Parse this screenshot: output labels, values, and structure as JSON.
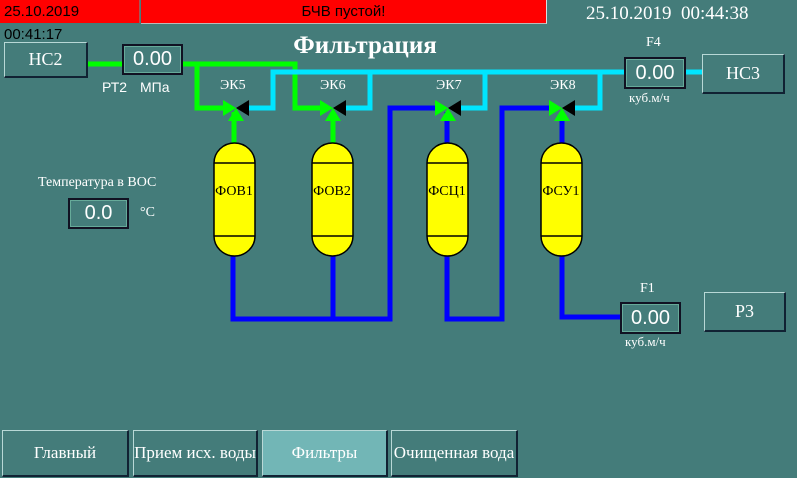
{
  "alarm": {
    "time": "25.10.2019 00:41:17",
    "message": "БЧВ пустой!"
  },
  "clock": "25.10.2019  00:44:38",
  "title": "Фильтрация",
  "sources": {
    "nc2": "НС2",
    "nc3": "НС3",
    "p3": "Р3"
  },
  "pt2": {
    "value": "0.00",
    "tag": "РТ2",
    "unit": "МПа"
  },
  "f4": {
    "tag": "F4",
    "value": "0.00",
    "unit": "куб.м/ч"
  },
  "f1": {
    "tag": "F1",
    "value": "0.00",
    "unit": "куб.м/ч"
  },
  "valves": [
    "ЭК5",
    "ЭК6",
    "ЭК7",
    "ЭК8"
  ],
  "filters": [
    "ФОВ1",
    "ФОВ2",
    "ФСЦ1",
    "ФСУ1"
  ],
  "temperature": {
    "label": "Температура в ВОС",
    "value": "0.0",
    "unit": "°С"
  },
  "nav": [
    {
      "label": "Главный"
    },
    {
      "label": "Прием исх. воды"
    },
    {
      "label": "Фильтры",
      "active": true
    },
    {
      "label": "Очищенная вода"
    }
  ],
  "colors": {
    "green": "#00ff00",
    "cyan": "#00e5ff",
    "blue": "#0000ff",
    "filter": "#ffff00",
    "alarm": "#ff0000"
  }
}
